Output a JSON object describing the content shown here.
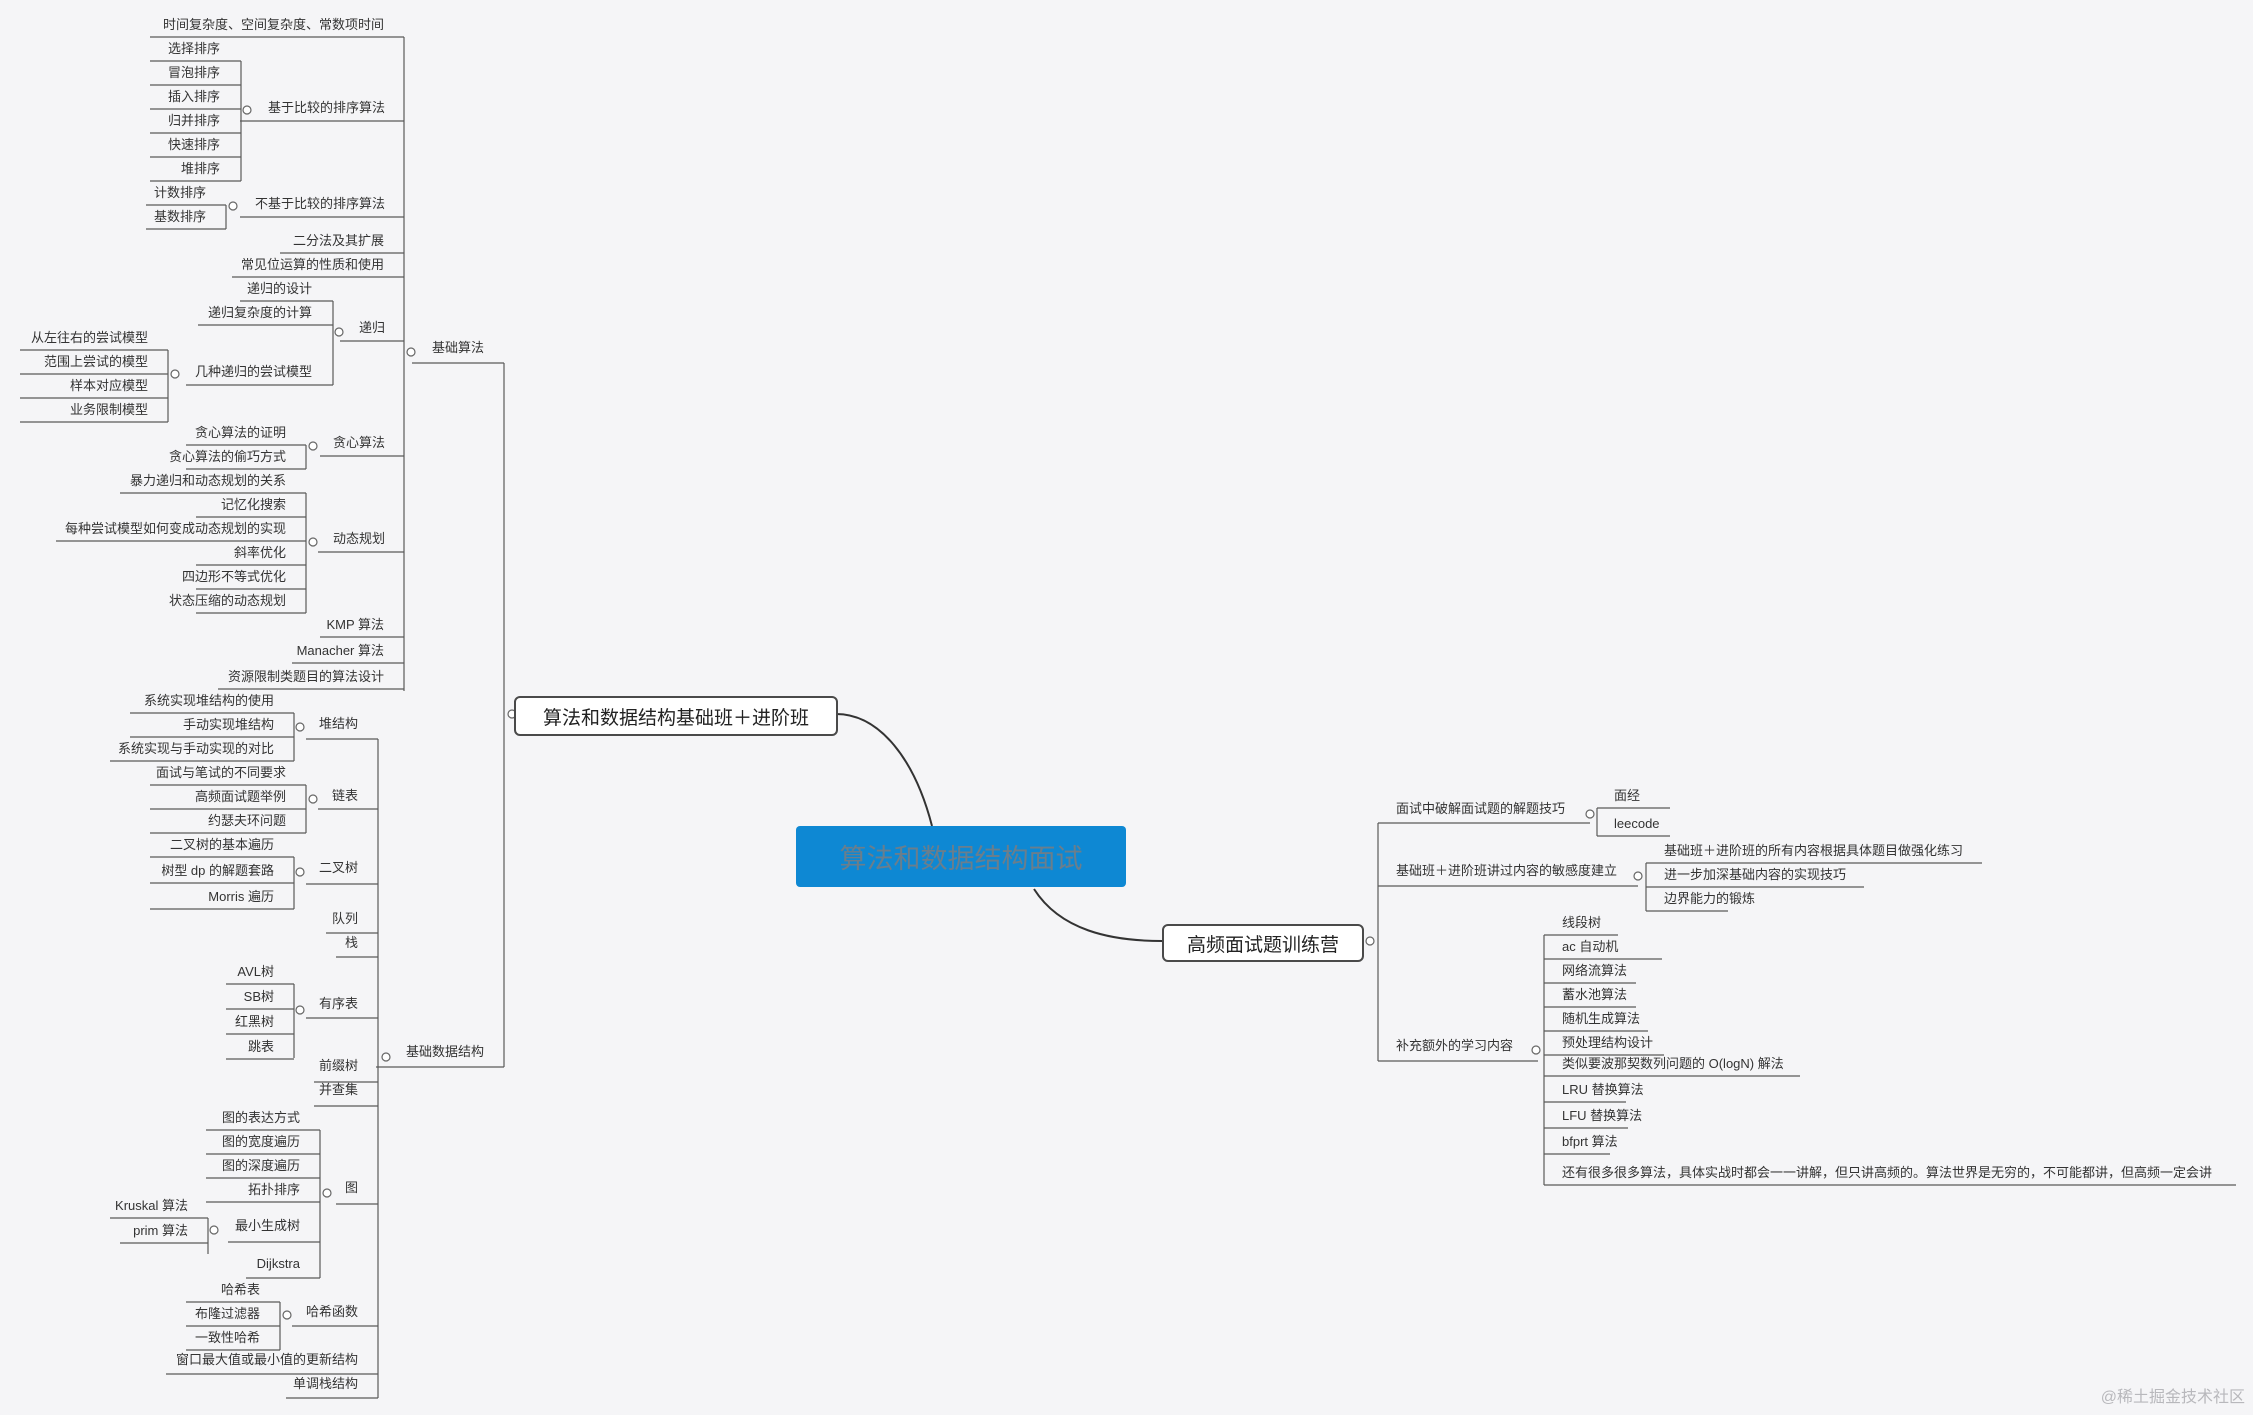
{
  "root": "算法和数据结构面试",
  "branch_left": "算法和数据结构基础班＋进阶班",
  "branch_right": "高频面试题训练营",
  "watermark": "@稀土掘金技术社区",
  "basic_algorithms": {
    "label": "基础算法",
    "complexity": "时间复杂度、空间复杂度、常数项时间",
    "comparison_sort": {
      "label": "基于比较的排序算法",
      "items": [
        "选择排序",
        "冒泡排序",
        "插入排序",
        "归并排序",
        "快速排序",
        "堆排序"
      ]
    },
    "noncomparison_sort": {
      "label": "不基于比较的排序算法",
      "items": [
        "计数排序",
        "基数排序"
      ]
    },
    "bisection": "二分法及其扩展",
    "bit_ops": "常见位运算的性质和使用",
    "recursion": {
      "label": "递归",
      "design": "递归的设计",
      "complexity": "递归复杂度的计算",
      "models": {
        "label": "几种递归的尝试模型",
        "items": [
          "从左往右的尝试模型",
          "范围上尝试的模型",
          "样本对应模型",
          "业务限制模型"
        ]
      }
    },
    "greedy": {
      "label": "贪心算法",
      "items": [
        "贪心算法的证明",
        "贪心算法的偷巧方式"
      ]
    },
    "dp": {
      "label": "动态规划",
      "items": [
        "暴力递归和动态规划的关系",
        "记忆化搜索",
        "每种尝试模型如何变成动态规划的实现",
        "斜率优化",
        "四边形不等式优化",
        "状态压缩的动态规划"
      ]
    },
    "kmp": "KMP 算法",
    "manacher": "Manacher 算法",
    "resource_limit": "资源限制类题目的算法设计"
  },
  "basic_ds": {
    "label": "基础数据结构",
    "heap": {
      "label": "堆结构",
      "items": [
        "系统实现堆结构的使用",
        "手动实现堆结构",
        "系统实现与手动实现的对比"
      ]
    },
    "linked_list": {
      "label": "链表",
      "items": [
        "面试与笔试的不同要求",
        "高频面试题举例",
        "约瑟夫环问题"
      ]
    },
    "binary_tree": {
      "label": "二叉树",
      "items": [
        "二叉树的基本遍历",
        "树型 dp 的解题套路",
        "Morris 遍历"
      ]
    },
    "queue": "队列",
    "stack": "栈",
    "ordered_table": {
      "label": "有序表",
      "items": [
        "AVL树",
        "SB树",
        "红黑树",
        "跳表"
      ]
    },
    "trie": "前缀树",
    "union_find": "并查集",
    "graph": {
      "label": "图",
      "items": [
        "图的表达方式",
        "图的宽度遍历",
        "图的深度遍历",
        "拓扑排序"
      ],
      "mst": {
        "label": "最小生成树",
        "items": [
          "Kruskal 算法",
          "prim 算法"
        ]
      },
      "dijkstra": "Dijkstra"
    },
    "hash": {
      "label": "哈希函数",
      "items": [
        "哈希表",
        "布隆过滤器",
        "一致性哈希"
      ]
    },
    "window": "窗口最大值或最小值的更新结构",
    "monotonic_stack": "单调栈结构"
  },
  "right": {
    "tricks": {
      "label": "面试中破解面试题的解题技巧",
      "items": [
        "面经",
        "leecode"
      ]
    },
    "sensitivity": {
      "label": "基础班＋进阶班讲过内容的敏感度建立",
      "items": [
        "基础班＋进阶班的所有内容根据具体题目做强化练习",
        "进一步加深基础内容的实现技巧",
        "边界能力的锻炼"
      ]
    },
    "extra": {
      "label": "补充额外的学习内容",
      "items": [
        "线段树",
        "ac 自动机",
        "网络流算法",
        "蓄水池算法",
        "随机生成算法",
        "预处理结构设计",
        "类似要波那契数列问题的 O(logN) 解法",
        "LRU 替换算法",
        "LFU 替换算法",
        "bfprt 算法",
        "还有很多很多算法，具体实战时都会一一讲解，但只讲高频的。算法世界是无穷的，不可能都讲，但高频一定会讲"
      ]
    }
  }
}
